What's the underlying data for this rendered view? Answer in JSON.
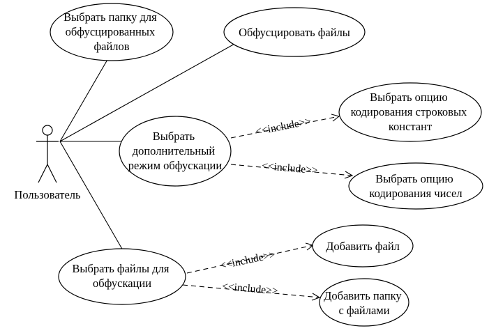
{
  "actor": {
    "name": "Пользователь"
  },
  "use_cases": [
    {
      "id": "choose-folder",
      "lines": [
        "Выбрать папку для",
        "обфусцированных",
        "файлов"
      ]
    },
    {
      "id": "obfuscate-files",
      "lines": [
        "Обфусцировать файлы"
      ]
    },
    {
      "id": "extra-mode",
      "lines": [
        "Выбрать",
        "дополнительный",
        "режим обфускации"
      ]
    },
    {
      "id": "option-strings",
      "lines": [
        "Выбрать опцию",
        "кодирования строковых",
        "констант"
      ]
    },
    {
      "id": "option-numbers",
      "lines": [
        "Выбрать опцию",
        "кодирования чисел"
      ]
    },
    {
      "id": "choose-files",
      "lines": [
        "Выбрать файлы для",
        "обфускации"
      ]
    },
    {
      "id": "add-file",
      "lines": [
        "Добавить файл"
      ]
    },
    {
      "id": "add-folder",
      "lines": [
        "Добавить папку",
        "с файлами"
      ]
    }
  ],
  "relations": [
    {
      "from": "extra-mode",
      "to": "option-strings",
      "label": "<<include>>"
    },
    {
      "from": "extra-mode",
      "to": "option-numbers",
      "label": "<<include>>"
    },
    {
      "from": "choose-files",
      "to": "add-file",
      "label": "<<include>>"
    },
    {
      "from": "choose-files",
      "to": "add-folder",
      "label": "<<include>>"
    }
  ]
}
